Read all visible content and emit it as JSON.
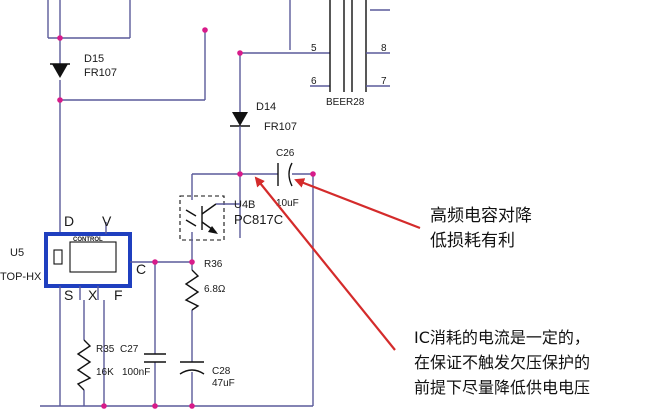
{
  "components": {
    "d15": {
      "ref": "D15",
      "value": "FR107"
    },
    "d14": {
      "ref": "D14",
      "value": "FR107"
    },
    "transformer": {
      "ref": "BEER28",
      "pins": [
        "5",
        "8",
        "6",
        "7"
      ]
    },
    "c26": {
      "ref": "C26",
      "value": "10uF"
    },
    "optocoupler": {
      "ref": "U4B",
      "value": "PC817C"
    },
    "u5": {
      "ref": "U5",
      "value": "TOP-HX",
      "inner_label": "CONTROL",
      "pins": [
        "D",
        "V",
        "S",
        "X",
        "F",
        "C"
      ]
    },
    "r36": {
      "ref": "R36",
      "value": "6.8Ω"
    },
    "r35": {
      "ref": "R35",
      "value": "16K"
    },
    "c27": {
      "ref": "C27",
      "value": "100nF"
    },
    "c28": {
      "ref": "C28",
      "value": "47uF"
    }
  },
  "annotations": {
    "note1": [
      "高频电容对降",
      "低损耗有利"
    ],
    "note2": [
      "IC消耗的电流是一定的，",
      "在保证不触发欠压保护的",
      "前提下尽量降低供电电压"
    ]
  },
  "colors": {
    "wire": "#5a5a9a",
    "junction": "#d81b8a",
    "arrow": "#d42b2b",
    "ic_border": "#1f3fbf"
  }
}
